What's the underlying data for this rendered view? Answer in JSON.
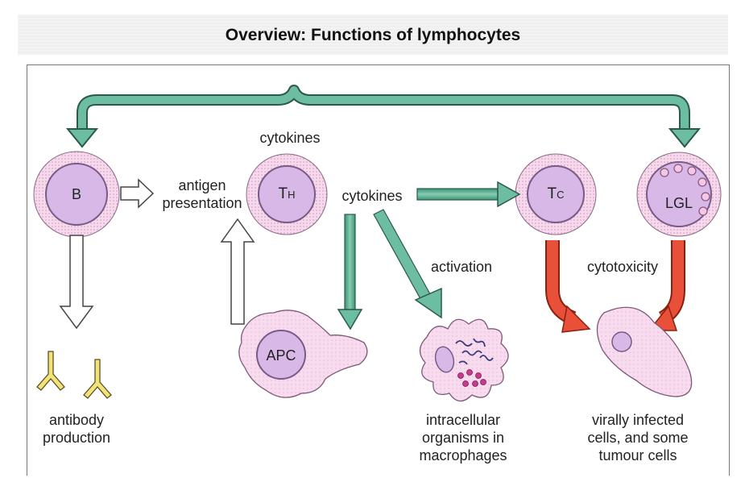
{
  "title": "Overview: Functions of lymphocytes",
  "cells": {
    "b": "B",
    "th_main": "T",
    "th_sub": "H",
    "tc_main": "T",
    "tc_sub": "C",
    "lgl": "LGL",
    "apc": "APC"
  },
  "labels": {
    "cytokines_top": "cytokines",
    "cytokines_mid": "cytokines",
    "antigen_presentation": "antigen\npresentation",
    "activation": "activation",
    "cytotoxicity": "cytotoxicity",
    "antibody_production": "antibody\nproduction",
    "intracellular": "intracellular\norganisms in\nmacrophages",
    "virally_infected": "virally infected\ncells, and some\ntumour cells"
  },
  "colors": {
    "cell_fill": "#dcc4e8",
    "cell_halo": "#f5d4ea",
    "nucleus_fill": "#d8b8e6",
    "green_arrow": "#5fb09a",
    "red_arrow": "#e8503a",
    "antibody": "#f2e27a"
  }
}
